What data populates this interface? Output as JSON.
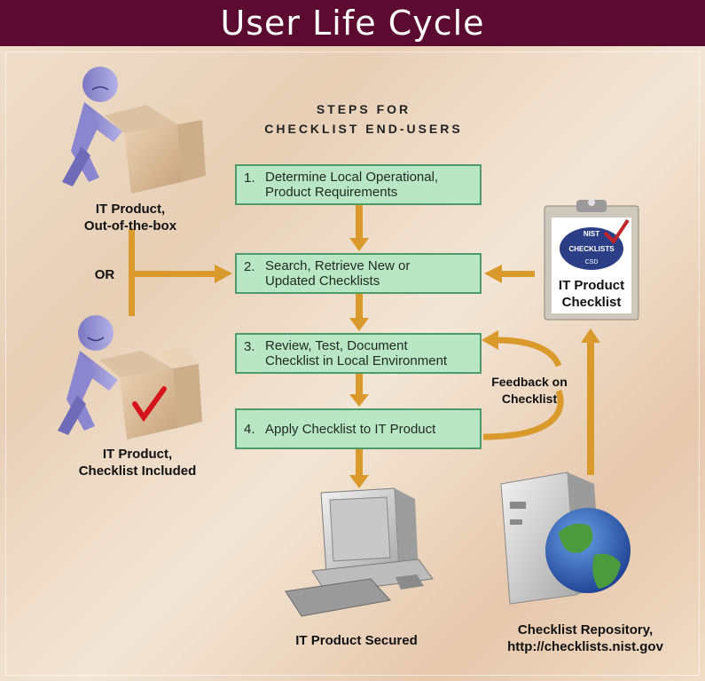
{
  "title": "User Life Cycle",
  "heading": "STEPS FOR\nCHECKLIST END-USERS",
  "steps": [
    {
      "num": "1.",
      "text": "Determine Local Operational,\nProduct Requirements"
    },
    {
      "num": "2.",
      "text": "Search, Retrieve New or\nUpdated Checklists"
    },
    {
      "num": "3.",
      "text": "Review, Test, Document\nChecklist in Local Environment"
    },
    {
      "num": "4.",
      "text": "Apply Checklist to IT Product"
    }
  ],
  "labels": {
    "out_of_box": "IT Product,\nOut-of-the-box",
    "or": "OR",
    "checklist_included": "IT Product,\nChecklist Included",
    "it_product_checklist": "IT Product\nChecklist",
    "feedback": "Feedback on\nChecklist",
    "secured": "IT Product Secured",
    "repository": "Checklist Repository,\nhttp://checklists.nist.gov"
  },
  "clipboard": {
    "badge_top": "NIST",
    "badge_main": "CHECKLISTS",
    "badge_bottom": "CSD"
  },
  "colors": {
    "title_bar": "#5b0a30",
    "step_fill": "#b9e7c5",
    "step_border": "#4d9a6a",
    "arrow": "#d99a2b"
  }
}
